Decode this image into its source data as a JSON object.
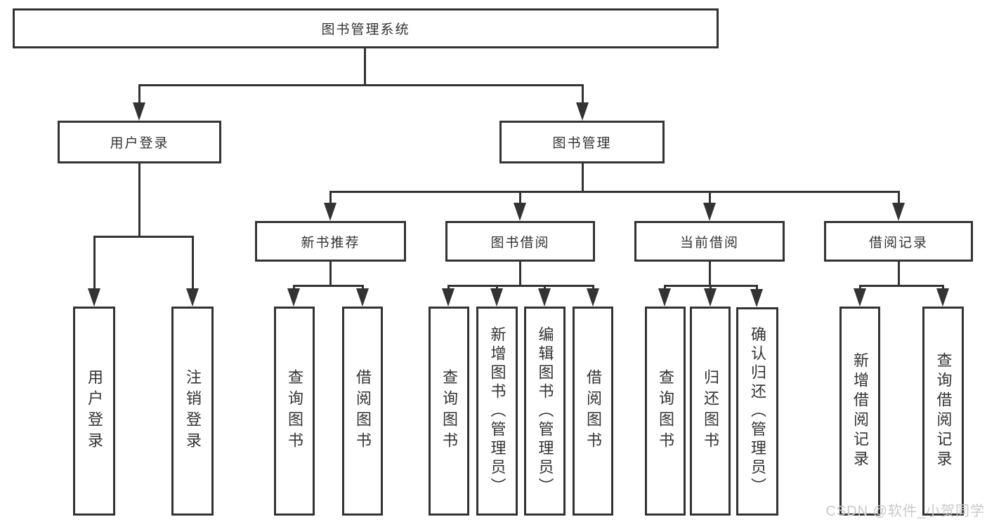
{
  "diagram_type": "hierarchy-tree",
  "tree": {
    "label": "图书管理系统",
    "children": [
      {
        "label": "用户登录",
        "children": [
          {
            "label": "用户登录"
          },
          {
            "label": "注销登录"
          }
        ]
      },
      {
        "label": "图书管理",
        "children": [
          {
            "label": "新书推荐",
            "children": [
              {
                "label": "查询图书"
              },
              {
                "label": "借阅图书"
              }
            ]
          },
          {
            "label": "图书借阅",
            "children": [
              {
                "label": "查询图书"
              },
              {
                "label": "新增图书（管理员）"
              },
              {
                "label": "编辑图书（管理员）"
              },
              {
                "label": "借阅图书"
              }
            ]
          },
          {
            "label": "当前借阅",
            "children": [
              {
                "label": "查询图书"
              },
              {
                "label": "归还图书"
              },
              {
                "label": "确认归还（管理员）"
              }
            ]
          },
          {
            "label": "借阅记录",
            "children": [
              {
                "label": "新增借阅记录"
              },
              {
                "label": "查询借阅记录"
              }
            ]
          }
        ]
      }
    ]
  },
  "watermark": "CSDN @软件_小贺同学",
  "colors": {
    "line": "#333333",
    "text": "#333333",
    "background": "#ffffff",
    "watermark": "#c9c9c9"
  }
}
